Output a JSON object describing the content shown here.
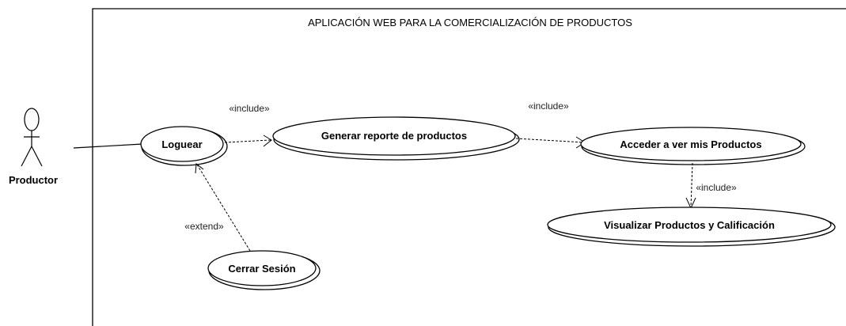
{
  "system": {
    "title": "APLICACIÓN WEB PARA LA COMERCIALIZACIÓN DE PRODUCTOS"
  },
  "actors": [
    {
      "id": "productor",
      "label": "Productor"
    }
  ],
  "use_cases": [
    {
      "id": "loguear",
      "label": "Loguear"
    },
    {
      "id": "generar",
      "label": "Generar reporte de  productos"
    },
    {
      "id": "acceder",
      "label": "Acceder a ver mis Productos"
    },
    {
      "id": "visualizar",
      "label": "Visualizar Productos y Calificación"
    },
    {
      "id": "cerrar",
      "label": "Cerrar Sesión"
    }
  ],
  "relations": [
    {
      "from": "productor",
      "to": "loguear",
      "type": "association",
      "label": ""
    },
    {
      "from": "loguear",
      "to": "generar",
      "type": "include",
      "label": "«include»"
    },
    {
      "from": "generar",
      "to": "acceder",
      "type": "include",
      "label": "«include»"
    },
    {
      "from": "acceder",
      "to": "visualizar",
      "type": "include",
      "label": "«include»"
    },
    {
      "from": "cerrar",
      "to": "loguear",
      "type": "extend",
      "label": "«extend»"
    }
  ]
}
